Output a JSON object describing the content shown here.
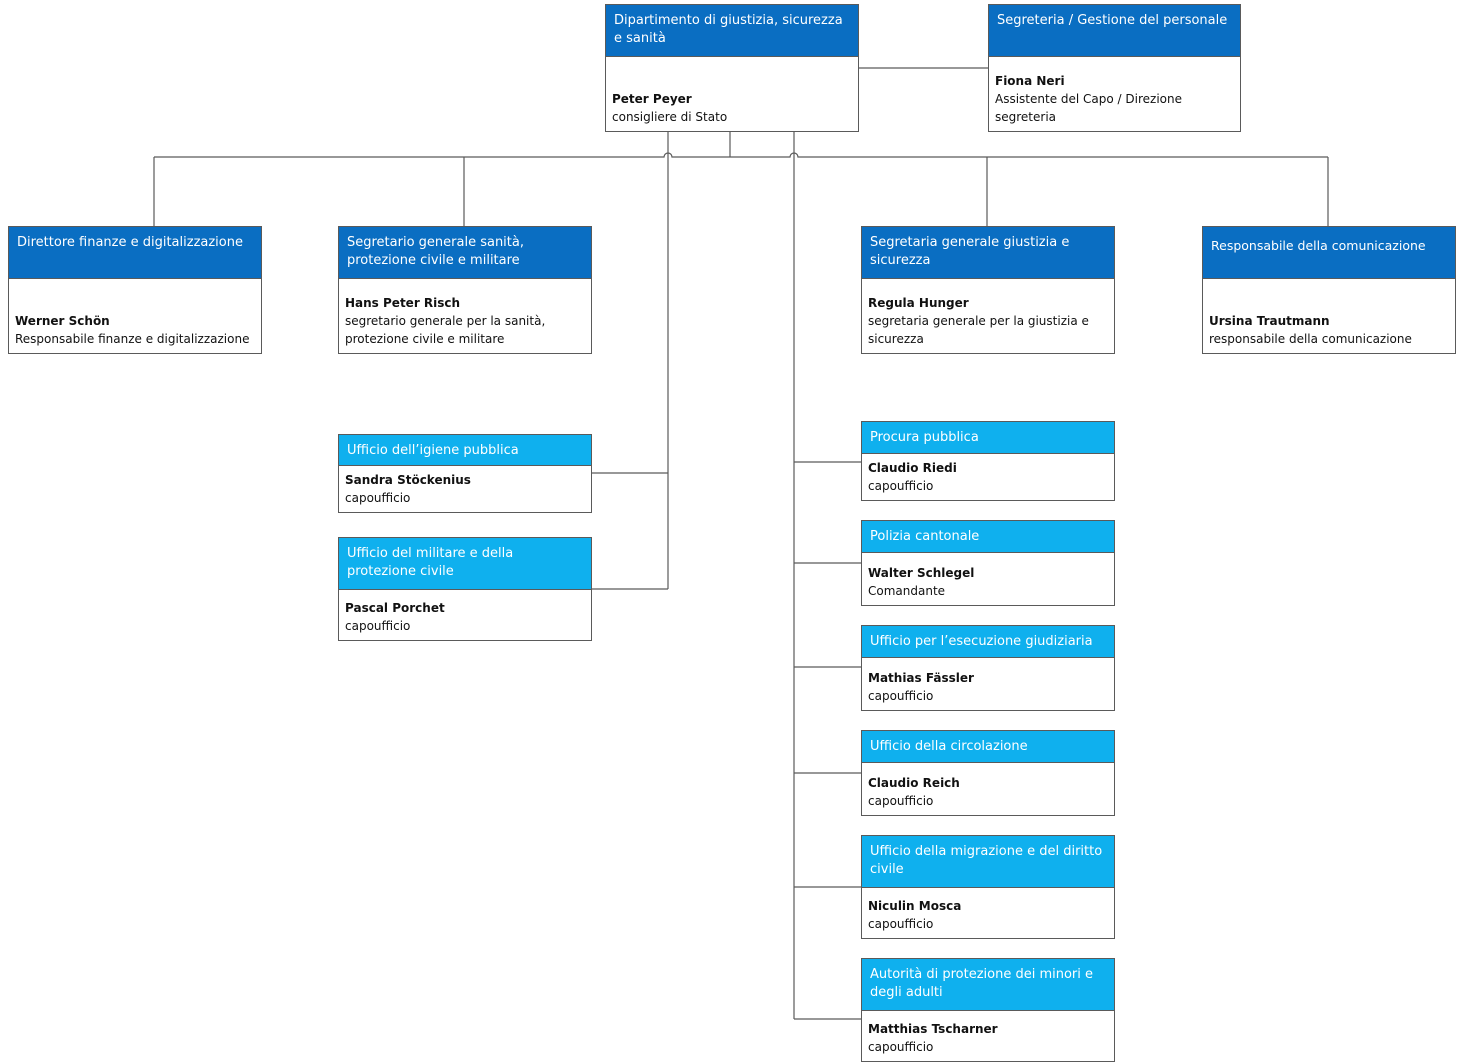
{
  "boxes": {
    "dip": {
      "title": "Dipartimento di giustizia, sicurezza e sanità",
      "name": "Peter Peyer",
      "role": "consigliere di Stato"
    },
    "seg": {
      "title": "Segreteria / Gestione del personale",
      "name": "Fiona Neri",
      "role": "Assistente del Capo / Direzione segreteria"
    },
    "fin": {
      "title": "Direttore finanze e digitalizzazione",
      "name": "Werner Schön",
      "role": "Responsabile finanze e digitalizzazione"
    },
    "san": {
      "title": "Segretario generale sanità, protezione civile e militare",
      "name": "Hans Peter Risch",
      "role": "segretario generale per la sanità, protezione civile e militare"
    },
    "giu": {
      "title": "Segretaria generale giustizia e sicurezza",
      "name": "Regula Hunger",
      "role": "segretaria generale per la giustizia e sicurezza"
    },
    "com": {
      "title": "Responsabile della comunicazione",
      "name": "Ursina Trautmann",
      "role": "responsabile della comunicazione"
    },
    "igi": {
      "title": "Ufficio dell’igiene pubblica",
      "name": "Sandra Stöckenius",
      "role": "capoufficio"
    },
    "mil": {
      "title": "Ufficio del militare e della protezione civile",
      "name": "Pascal Porchet",
      "role": "capoufficio"
    },
    "pro": {
      "title": "Procura pubblica",
      "name": "Claudio Riedi",
      "role": "capoufficio"
    },
    "pol": {
      "title": "Polizia cantonale",
      "name": "Walter Schlegel",
      "role": "Comandante"
    },
    "ese": {
      "title": "Ufficio per l’esecuzione giudiziaria",
      "name": "Mathias Fässler",
      "role": "capoufficio"
    },
    "cir": {
      "title": "Ufficio della circolazione",
      "name": "Claudio Reich",
      "role": "capoufficio"
    },
    "mig": {
      "title": "Ufficio della migrazione e del diritto civile",
      "name": "Niculin Mosca",
      "role": "capoufficio"
    },
    "min": {
      "title": "Autorità di protezione dei minori e degli adulti",
      "name": "Matthias Tscharner",
      "role": "capoufficio"
    }
  },
  "colors": {
    "dark_header": "#0a6ec2",
    "light_header": "#0fb0ee",
    "line": "#5a5a5a"
  }
}
